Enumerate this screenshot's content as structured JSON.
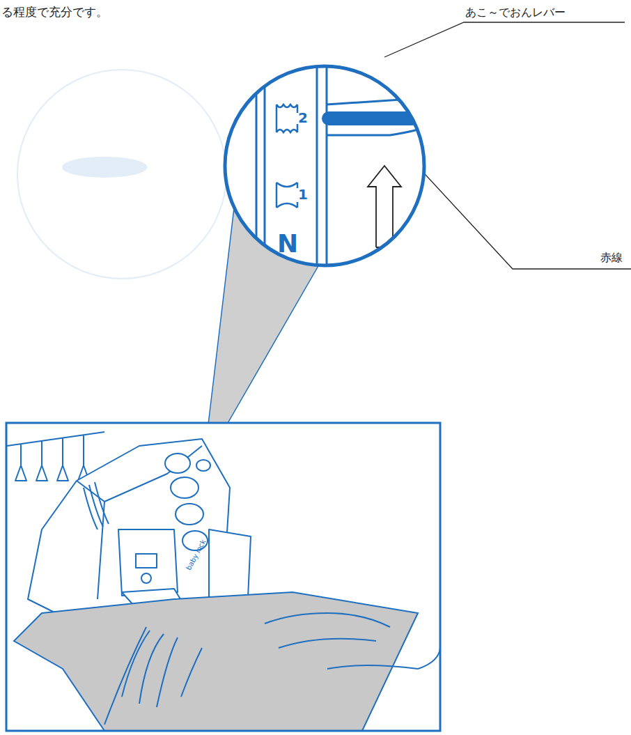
{
  "diagram": {
    "labels": [
      "る程度で充分です。",
      "あこ～でおんレバー",
      "赤線",
      "2",
      "1",
      "N",
      "baby lock"
    ]
  }
}
